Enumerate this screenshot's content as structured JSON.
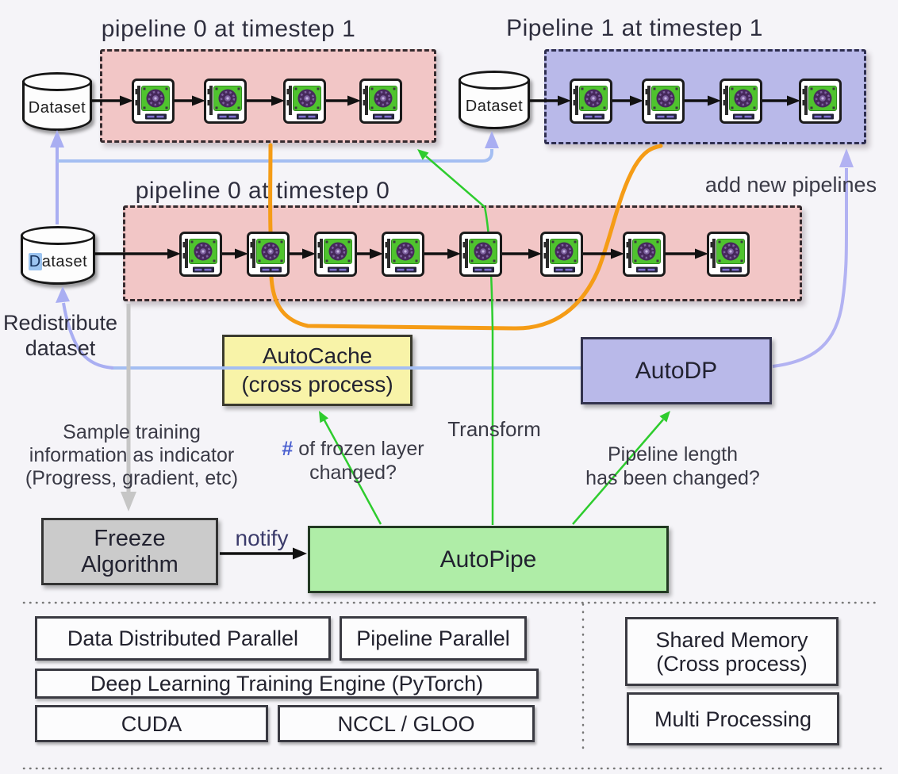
{
  "titles": {
    "p0t1": "pipeline 0 at timestep 1",
    "p1t1": "Pipeline 1 at timestep 1",
    "p0t0": "pipeline 0 at timestep 0"
  },
  "datasets": {
    "d1": "Dataset",
    "d2": "Dataset",
    "d3_head": "D",
    "d3_tail": "ataset"
  },
  "pipelines": {
    "p0t1_gpus": 4,
    "p1t1_gpus": 4,
    "p0t0_gpus": 8
  },
  "annotations": {
    "add_new_pipelines": "add new pipelines",
    "redistribute_1": "Redistribute",
    "redistribute_2": "dataset",
    "sample_1": "Sample training",
    "sample_2": "information as indicator",
    "sample_3": "(Progress, gradient, etc)",
    "frozen_hash": "#",
    "frozen_1": " of frozen layer",
    "frozen_2": "changed?",
    "transform": "Transform",
    "pipeline_len_1": "Pipeline length",
    "pipeline_len_2": "has been changed?",
    "notify": "notify"
  },
  "boxes": {
    "autocache_1": "AutoCache",
    "autocache_2": "(cross process)",
    "autodp": "AutoDP",
    "autopipe": "AutoPipe",
    "freeze_1": "Freeze",
    "freeze_2": "Algorithm"
  },
  "stack": {
    "ddp": "Data Distributed Parallel",
    "pp": "Pipeline Parallel",
    "engine": "Deep Learning Training Engine (PyTorch)",
    "cuda": "CUDA",
    "nccl": "NCCL / GLOO",
    "shm_1": "Shared Memory",
    "shm_2": "(Cross process)",
    "mp": "Multi Processing"
  },
  "icons": {
    "gpu": "gpu-card-icon",
    "dataset": "database-cylinder-icon"
  },
  "colors": {
    "pipeline0_fill": "#f2c6c6",
    "pipeline1_fill": "#b9b9e9",
    "autocache_fill": "#f8f3a8",
    "autodp_fill": "#b9b9e9",
    "autopipe_fill": "#afeda7",
    "freeze_fill": "#cbcbcb",
    "orange_curve": "#f59c16",
    "green_arrow": "#2ecc2e",
    "lavender_arrow": "#a9aef2",
    "blue_line": "#a4bef2",
    "gray_arrow": "#c6c6c6",
    "gpu_card_green": "#4fc32e"
  }
}
